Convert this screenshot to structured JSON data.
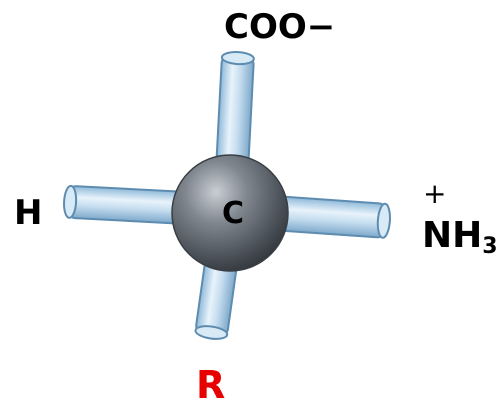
{
  "molecule": {
    "top_group": "COO−",
    "left_group": "H",
    "right_group_charge": "+",
    "right_group": "NH",
    "right_group_subscript": "3",
    "bottom_group": "R",
    "center_atom": "C"
  },
  "colors": {
    "bond_fill": "#bcd8ec",
    "bond_stroke": "#5d8cb0",
    "atom": "#5a6068",
    "label": "#000000",
    "r_group": "#e60000"
  }
}
